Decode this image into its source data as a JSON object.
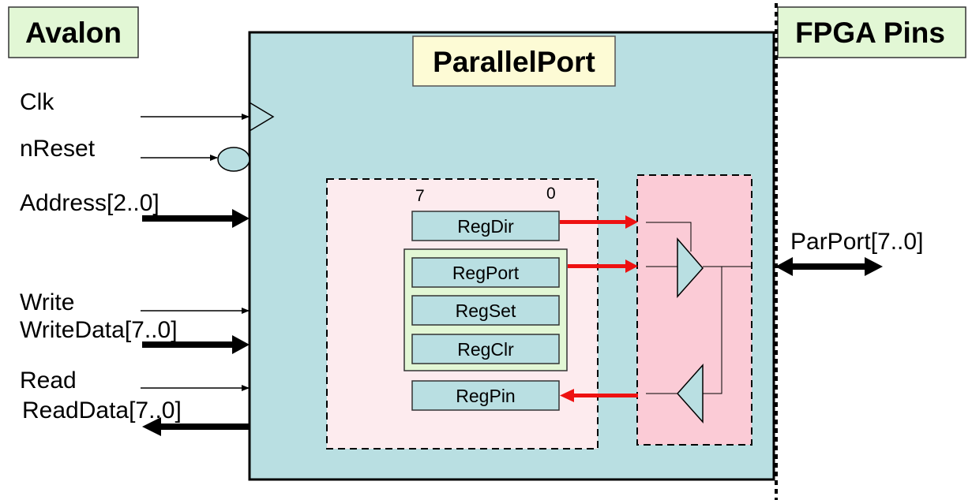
{
  "labels": {
    "avalon": "Avalon",
    "fpga_pins": "FPGA Pins",
    "parallel_port": "ParallelPort",
    "parport_bus": "ParPort[7..0]",
    "bit_high": "7",
    "bit_low": "0"
  },
  "signals": [
    {
      "name": "clk",
      "label": "Clk",
      "bus": false,
      "direction": "in"
    },
    {
      "name": "nreset",
      "label": "nReset",
      "bus": false,
      "direction": "in"
    },
    {
      "name": "address",
      "label": "Address[2..0]",
      "bus": true,
      "direction": "in"
    },
    {
      "name": "write",
      "label": "Write",
      "bus": false,
      "direction": "in"
    },
    {
      "name": "writedata",
      "label": "WriteData[7..0]",
      "bus": true,
      "direction": "in"
    },
    {
      "name": "read",
      "label": "Read",
      "bus": false,
      "direction": "in"
    },
    {
      "name": "readdata",
      "label": "ReadData[7..0]",
      "bus": true,
      "direction": "out"
    }
  ],
  "registers": {
    "regdir": "RegDir",
    "regport": "RegPort",
    "regset": "RegSet",
    "regclr": "RegClr",
    "regpin": "RegPin"
  },
  "colors": {
    "module_fill": "#b9dfe2",
    "reg_area_fill": "#fdebee",
    "io_area_fill": "#fbcbd6",
    "label_box_fill": "#e2f7d5",
    "title_box_fill": "#fdfbd5",
    "red_arrow": "#ee1111",
    "line": "#000000"
  }
}
